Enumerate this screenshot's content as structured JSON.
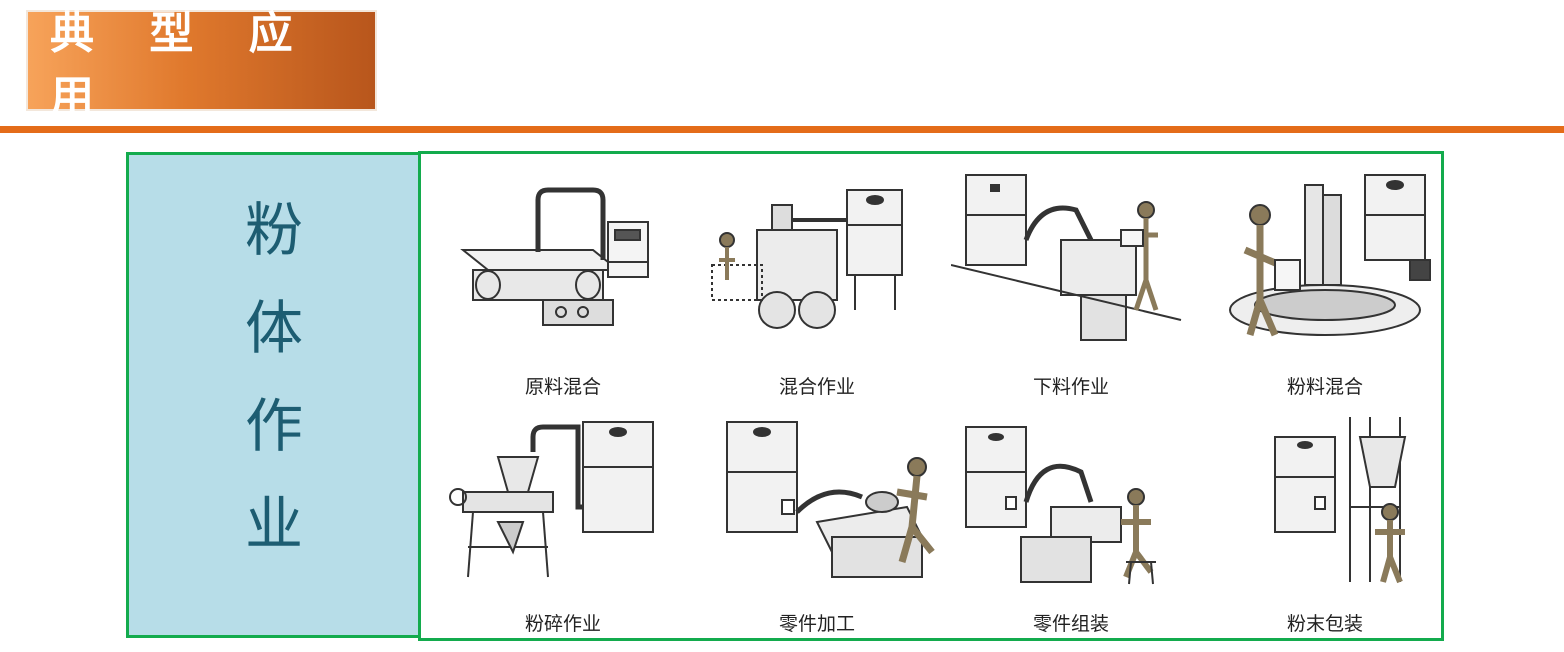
{
  "header": {
    "title": "典 型 应 用"
  },
  "side": {
    "chars": [
      "粉",
      "体",
      "作",
      "业"
    ]
  },
  "items": [
    {
      "caption": "原料混合",
      "icon": "mixing-machine-icon"
    },
    {
      "caption": "混合作业",
      "icon": "mixing-station-icon"
    },
    {
      "caption": "下料作业",
      "icon": "feeding-station-icon"
    },
    {
      "caption": "粉料混合",
      "icon": "powder-mixer-icon"
    },
    {
      "caption": "粉碎作业",
      "icon": "crusher-icon"
    },
    {
      "caption": "零件加工",
      "icon": "part-processing-icon"
    },
    {
      "caption": "零件组装",
      "icon": "assembly-bench-icon"
    },
    {
      "caption": "粉末包装",
      "icon": "powder-packaging-icon"
    }
  ],
  "colors": {
    "accent": "#e46c19",
    "panel_border": "#13ab4d",
    "side_bg": "#b7dde8",
    "side_text": "#1d5d72"
  }
}
